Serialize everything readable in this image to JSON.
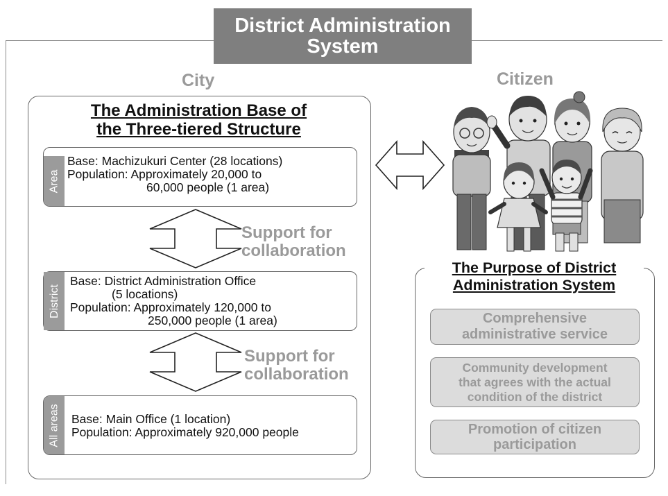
{
  "title": {
    "line1": "District Administration",
    "line2": "System"
  },
  "city": {
    "label": "City",
    "heading_line1": "The Administration Base of",
    "heading_line2": "the Three-tiered Structure",
    "tiers": [
      {
        "tag": "Area",
        "line1": "Base: Machizukuri Center (28 locations)",
        "line2": "Population: Approximately 20,000 to",
        "line3": "60,000 people (1 area)"
      },
      {
        "tag": "District",
        "line1": "Base: District Administration Office",
        "line2": "(5 locations)",
        "line3": "Population: Approximately 120,000 to",
        "line4": "250,000 people (1 area)"
      },
      {
        "tag": "All areas",
        "line1": "Base: Main Office (1 location)",
        "line2": "Population: Approximately 920,000 people"
      }
    ],
    "supports": [
      {
        "line1": "Support for",
        "line2": "collaboration"
      },
      {
        "line1": "Support for",
        "line2": "collaboration"
      }
    ]
  },
  "citizen": {
    "label": "Citizen"
  },
  "purpose": {
    "heading_line1": "The Purpose of District",
    "heading_line2": "Administration System",
    "items": [
      {
        "line1": "Comprehensive",
        "line2": "administrative service"
      },
      {
        "line1": "Community development",
        "line2": "that agrees with the actual",
        "line3": "condition of the district"
      },
      {
        "line1": "Promotion of citizen",
        "line2": "participation"
      }
    ]
  },
  "colors": {
    "banner": "#7f7f7f",
    "label_gray": "#9a9a9a",
    "tag_gray": "#9b9b9b",
    "purpose_fill": "#dcdcdc",
    "border": "#666666"
  }
}
